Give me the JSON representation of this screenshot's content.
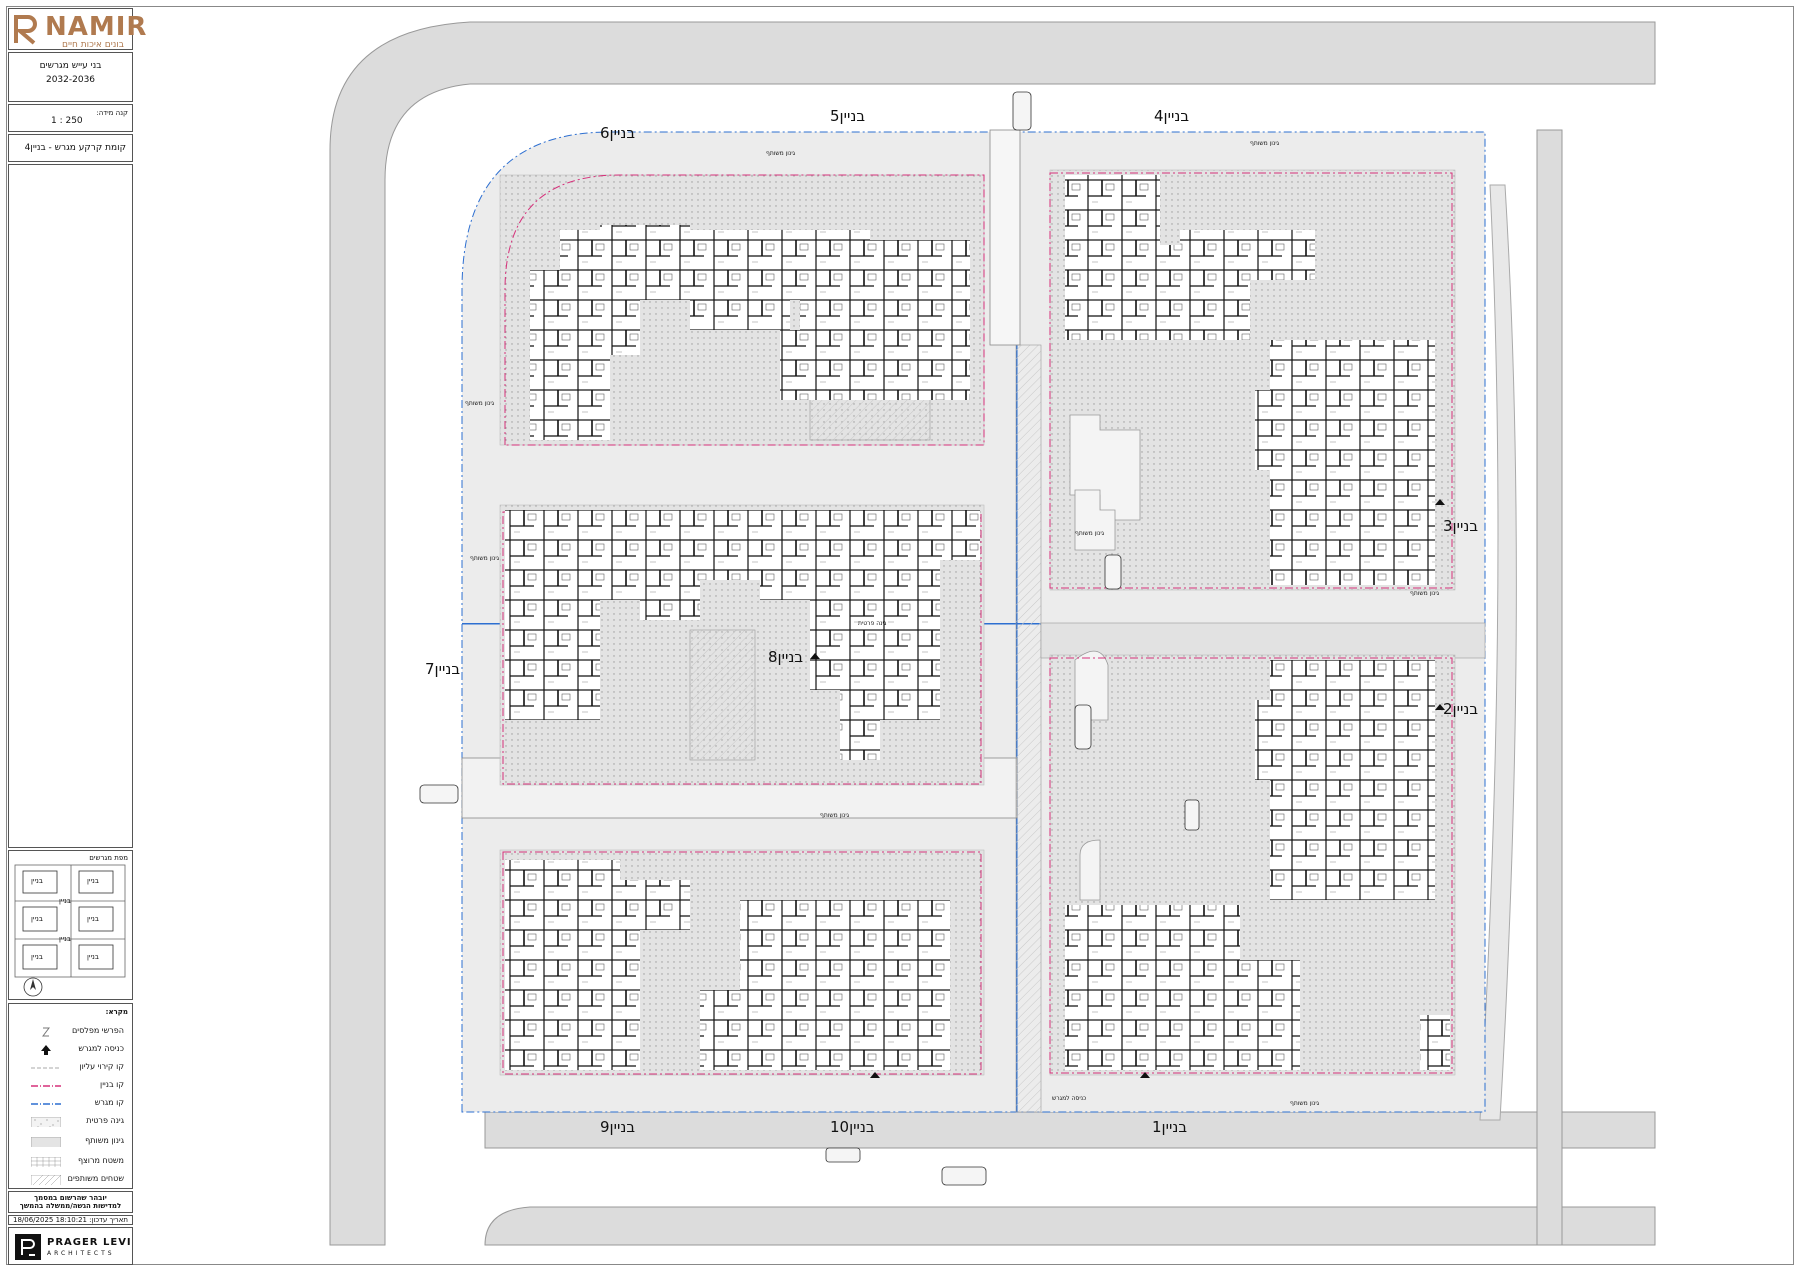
{
  "brand": {
    "logo_text": "NAMIR",
    "tagline": "בונים איכות חיים"
  },
  "title_block": {
    "project_name": "בני עייש מגרשים",
    "years": "2032-2036",
    "scale_label": "קנה מידה:",
    "scale_value": "1 : 250",
    "sheet_title": "קומת קרקע מגרש - בניין4"
  },
  "key_plan": {
    "header": "מפת מגרשים",
    "cells": [
      "בניין",
      "בניין",
      "בניין",
      "בניין",
      "בניין",
      "בניין",
      "בניין",
      "בניין"
    ]
  },
  "legend": {
    "title": "מקרא:",
    "items": [
      {
        "label": "הפרשי מפלסים",
        "symbol": "level-change-icon"
      },
      {
        "label": "כניסה למגרש",
        "symbol": "entry-arrow-icon"
      },
      {
        "label": "קו קירוי עליון",
        "symbol": "dashed-line-gray"
      },
      {
        "label": "קו בניין",
        "symbol": "dash-dot-red"
      },
      {
        "label": "קו מגרש",
        "symbol": "dash-dot-blue"
      },
      {
        "label": "גינה פרטית",
        "symbol": "dotted-hatch"
      },
      {
        "label": "גינון משותף",
        "symbol": "fine-dots"
      },
      {
        "label": "משטח מרוצף",
        "symbol": "grid-hatch"
      },
      {
        "label": "שטחים משותפים",
        "symbol": "diagonal-hatch"
      }
    ]
  },
  "footer": {
    "note_line1": "יובהר שהרשום במסמך",
    "note_line2": "למדישות הגשה/ממשלה בהמשך",
    "date_label": "תאריך עדכון:",
    "date_value": "18/06/2025 18:10:21",
    "architect_name": "PRAGER LEVI",
    "architect_sub": "ARCHITECTS"
  },
  "buildings": [
    {
      "id": "b1",
      "label": "בניין1"
    },
    {
      "id": "b2",
      "label": "בניין2"
    },
    {
      "id": "b3",
      "label": "בניין3"
    },
    {
      "id": "b4",
      "label": "בניין4"
    },
    {
      "id": "b5",
      "label": "בניין5"
    },
    {
      "id": "b6",
      "label": "בניין6"
    },
    {
      "id": "b7",
      "label": "בניין7"
    },
    {
      "id": "b8",
      "label": "בניין8"
    },
    {
      "id": "b9",
      "label": "בניין9"
    },
    {
      "id": "b10",
      "label": "בניין10"
    }
  ],
  "area_tags": {
    "common_garden": "גינון משותף",
    "private_garden": "גינה פרטית",
    "entry": "כניסה למגרש"
  },
  "colors": {
    "brand": "#b07a4f",
    "building_line": "#d6307a",
    "plot_line": "#2d6fd1",
    "road": "#d9d9d9",
    "courtyard": "#e6e6e6"
  }
}
